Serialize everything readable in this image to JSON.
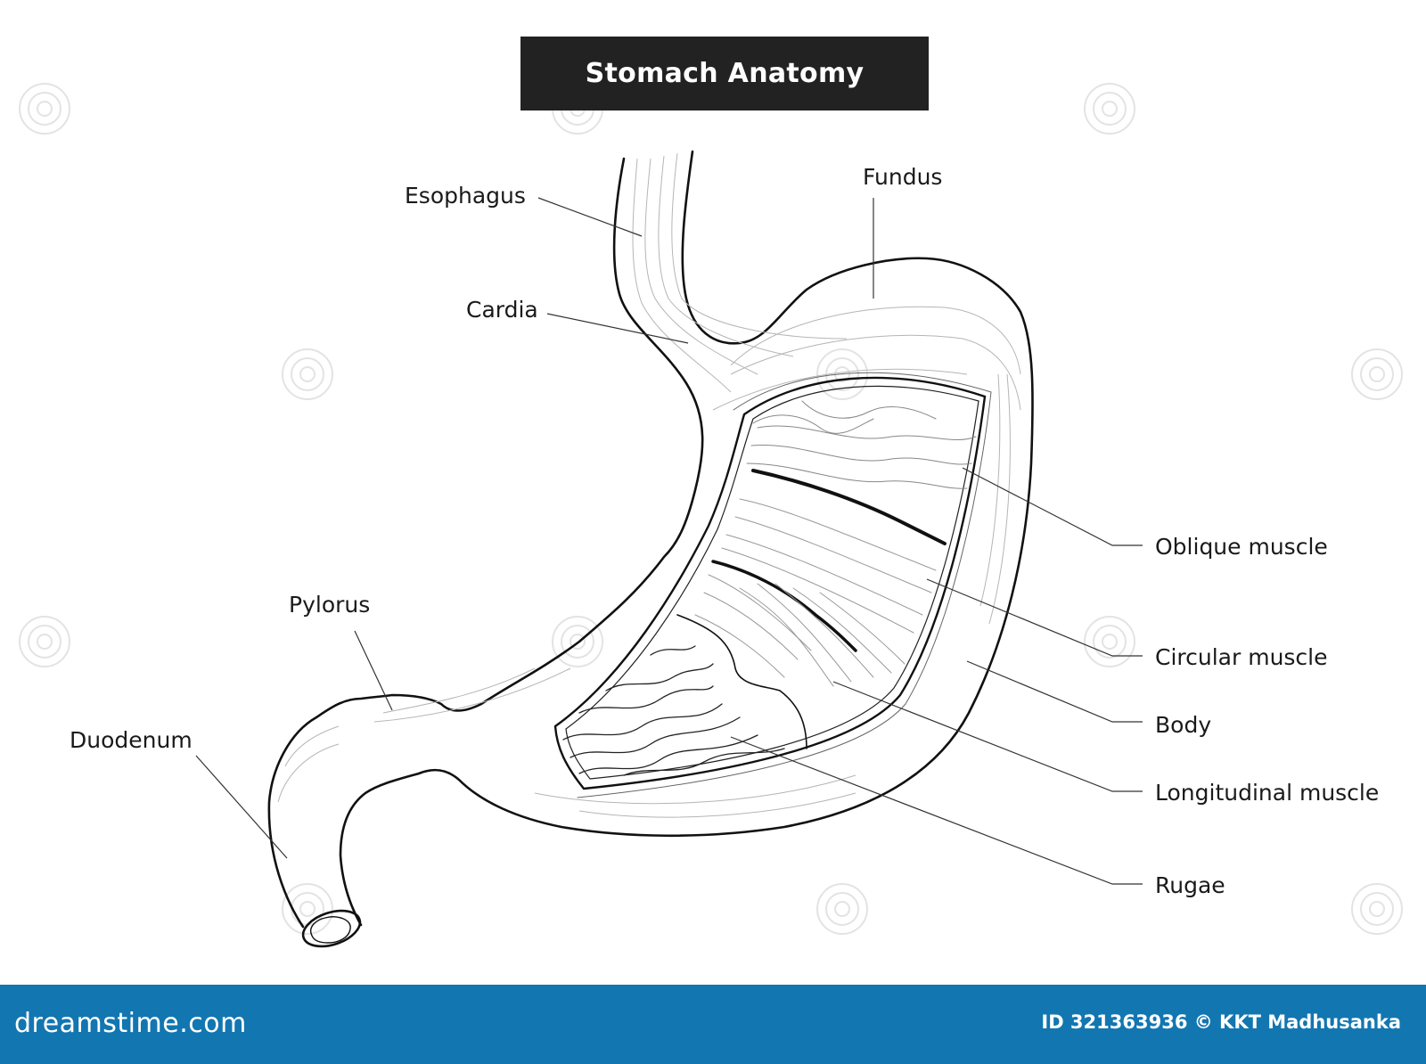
{
  "title": "Stomach Anatomy",
  "labels": {
    "esophagus": "Esophagus",
    "fundus": "Fundus",
    "cardia": "Cardia",
    "pylorus": "Pylorus",
    "duodenum": "Duodenum",
    "oblique_muscle": "Oblique muscle",
    "circular_muscle": "Circular muscle",
    "body": "Body",
    "longitudinal_muscle": "Longitudinal muscle",
    "rugae": "Rugae"
  },
  "footer": {
    "brand": "dreamstime.com",
    "credit": "ID 321363936 © KKT Madhusanka"
  },
  "colors": {
    "title_bg": "#222222",
    "footer_bg": "#1276b1",
    "outline": "#111111",
    "fiber": "#9a9a9a",
    "leader": "#333333"
  }
}
